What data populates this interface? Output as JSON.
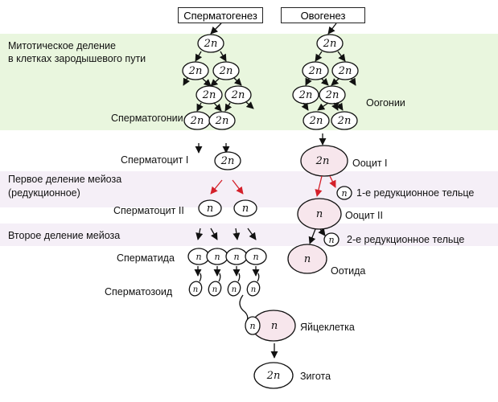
{
  "headers": {
    "spermatogenesis": "Сперматогенез",
    "oogenesis": "Овогенез"
  },
  "stages": {
    "mitotic_line1": "Митотическое деление",
    "mitotic_line2": "в клетках зародышевого пути",
    "meiosis1_line1": "Первое деление мейоза",
    "meiosis1_line2": "(редукционное)",
    "meiosis2": "Второе деление мейоза"
  },
  "cells": {
    "spermatogonia": "Сперматогонии",
    "spermatocyte1": "Сперматоцит I",
    "spermatocyte2": "Сперматоцит II",
    "spermatid": "Сперматида",
    "spermatozoid": "Сперматозоид",
    "oogonia": "Оогонии",
    "oocyte1": "Ооцит I",
    "oocyte2": "Ооцит II",
    "ootid": "Оотида",
    "polar_body1": "1-е редукционное тельце",
    "polar_body2": "2-е редукционное тельце",
    "egg": "Яйцеклетка",
    "zygote": "Зигота"
  },
  "ploidy": {
    "diploid": "2n",
    "haploid": "n"
  },
  "colors": {
    "mitotic_band": "#e9f6de",
    "meiosis_band": "#f5eff7",
    "oocyte_fill": "#f7e6ec",
    "red_arrow": "#d4202a"
  }
}
